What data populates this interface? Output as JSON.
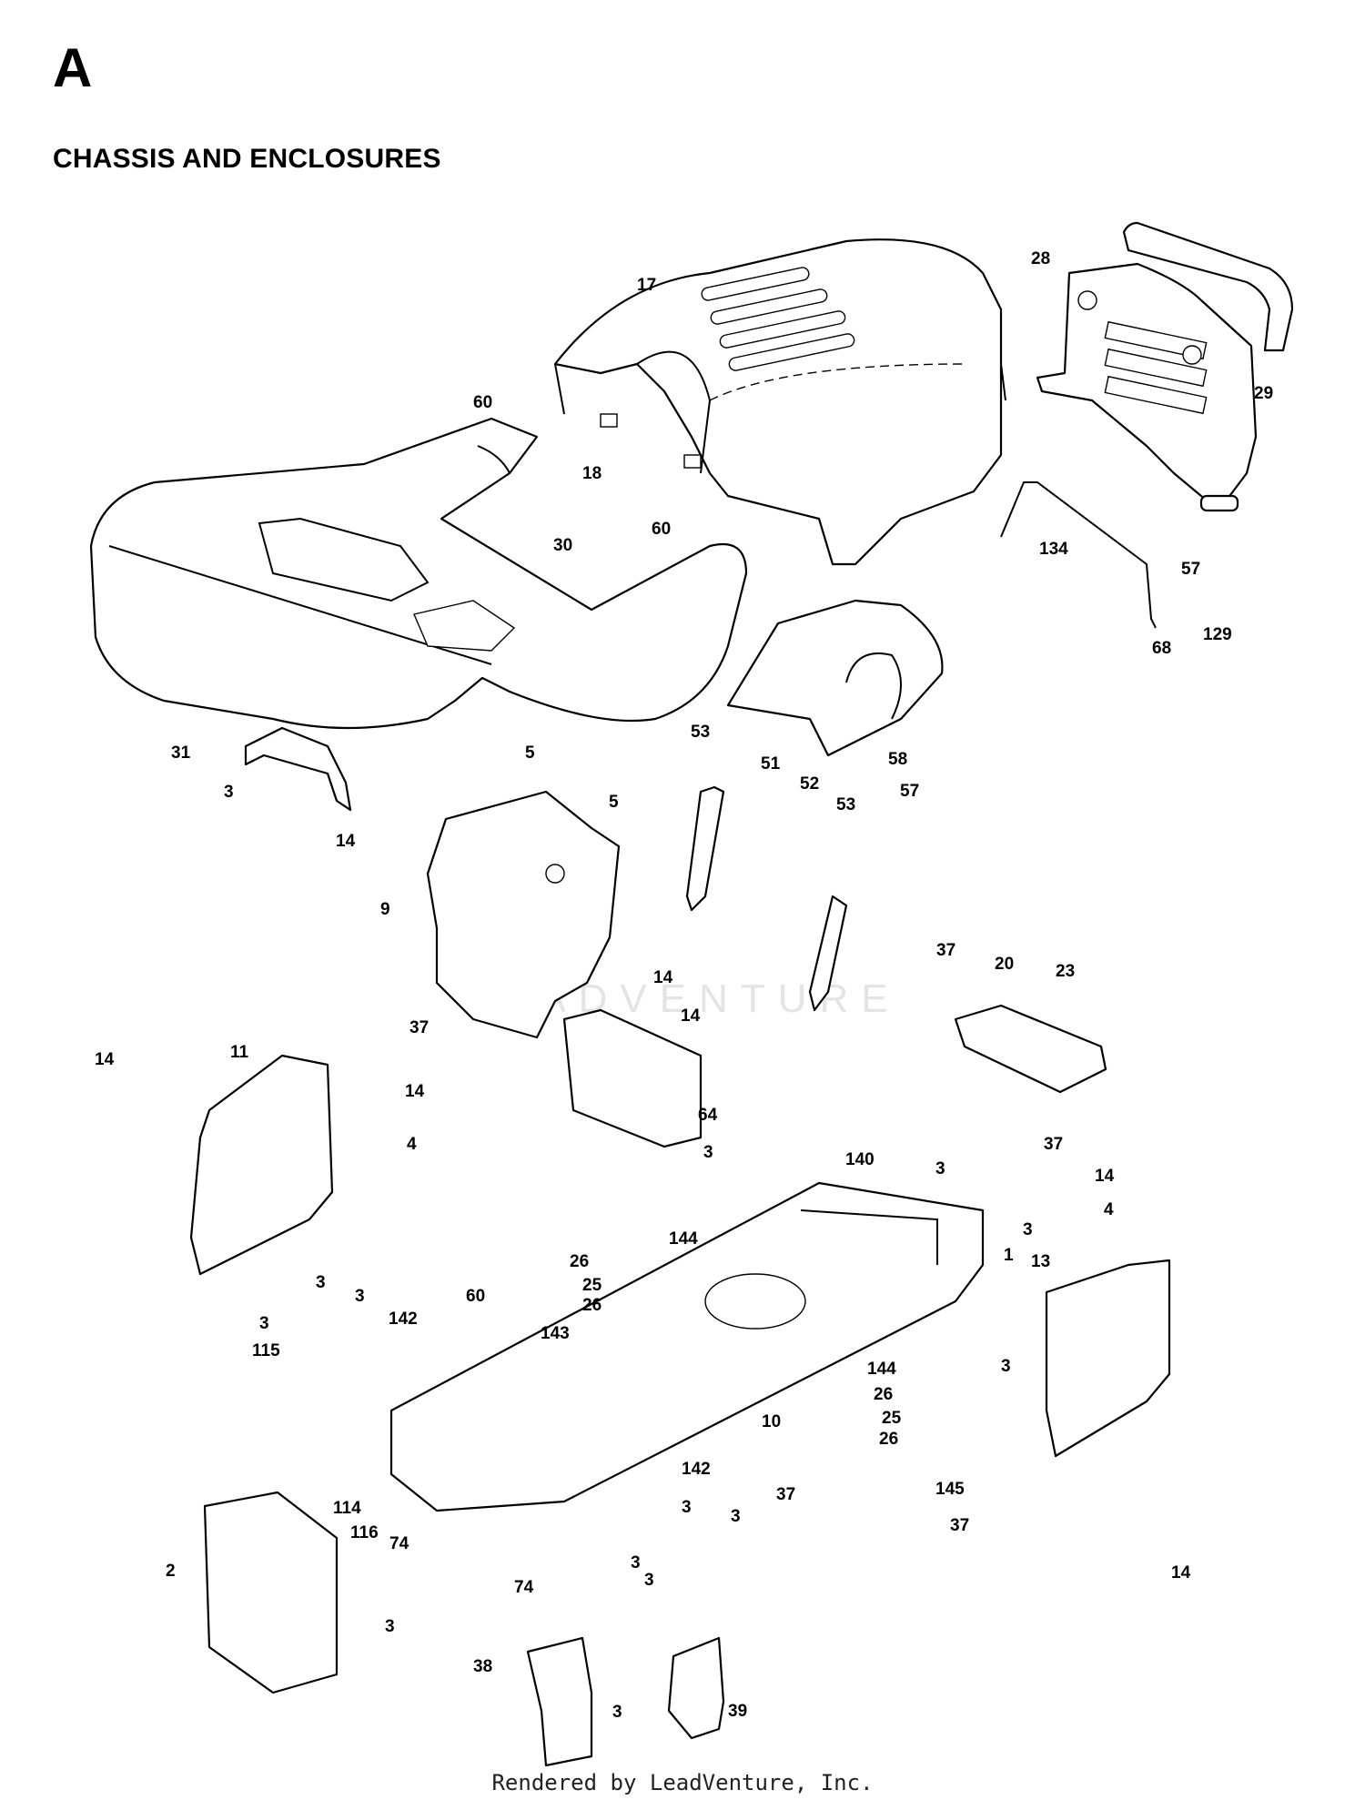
{
  "section_letter": "A",
  "title": "CHASSIS AND ENCLOSURES",
  "footer": "Rendered by LeadVenture, Inc.",
  "watermark": "LEADVENTURE",
  "callouts": [
    {
      "id": "17",
      "label": "17"
    },
    {
      "id": "28",
      "label": "28"
    },
    {
      "id": "29",
      "label": "29"
    },
    {
      "id": "60a",
      "label": "60"
    },
    {
      "id": "18",
      "label": "18"
    },
    {
      "id": "60b",
      "label": "60"
    },
    {
      "id": "30",
      "label": "30"
    },
    {
      "id": "134",
      "label": "134"
    },
    {
      "id": "57a",
      "label": "57"
    },
    {
      "id": "129",
      "label": "129"
    },
    {
      "id": "68",
      "label": "68"
    },
    {
      "id": "58",
      "label": "58"
    },
    {
      "id": "31",
      "label": "31"
    },
    {
      "id": "3a",
      "label": "3"
    },
    {
      "id": "5a",
      "label": "5"
    },
    {
      "id": "5b",
      "label": "5"
    },
    {
      "id": "53a",
      "label": "53"
    },
    {
      "id": "51",
      "label": "51"
    },
    {
      "id": "52",
      "label": "52"
    },
    {
      "id": "53b",
      "label": "53"
    },
    {
      "id": "57b",
      "label": "57"
    },
    {
      "id": "14a",
      "label": "14"
    },
    {
      "id": "9",
      "label": "9"
    },
    {
      "id": "14b",
      "label": "14"
    },
    {
      "id": "37a",
      "label": "37"
    },
    {
      "id": "14c",
      "label": "14"
    },
    {
      "id": "37b",
      "label": "37"
    },
    {
      "id": "20",
      "label": "20"
    },
    {
      "id": "23",
      "label": "23"
    },
    {
      "id": "14d",
      "label": "14"
    },
    {
      "id": "11",
      "label": "11"
    },
    {
      "id": "14e",
      "label": "14"
    },
    {
      "id": "4a",
      "label": "4"
    },
    {
      "id": "64",
      "label": "64"
    },
    {
      "id": "37c",
      "label": "37"
    },
    {
      "id": "3b",
      "label": "3"
    },
    {
      "id": "140",
      "label": "140"
    },
    {
      "id": "3c",
      "label": "3"
    },
    {
      "id": "14f",
      "label": "14"
    },
    {
      "id": "4b",
      "label": "4"
    },
    {
      "id": "3d",
      "label": "3"
    },
    {
      "id": "144a",
      "label": "144"
    },
    {
      "id": "26a",
      "label": "26"
    },
    {
      "id": "1",
      "label": "1"
    },
    {
      "id": "13",
      "label": "13"
    },
    {
      "id": "25a",
      "label": "25"
    },
    {
      "id": "26b",
      "label": "26"
    },
    {
      "id": "3e",
      "label": "3"
    },
    {
      "id": "3f",
      "label": "3"
    },
    {
      "id": "60c",
      "label": "60"
    },
    {
      "id": "3g",
      "label": "3"
    },
    {
      "id": "142a",
      "label": "142"
    },
    {
      "id": "143",
      "label": "143"
    },
    {
      "id": "115",
      "label": "115"
    },
    {
      "id": "3h",
      "label": "3"
    },
    {
      "id": "144b",
      "label": "144"
    },
    {
      "id": "26c",
      "label": "26"
    },
    {
      "id": "10",
      "label": "10"
    },
    {
      "id": "25b",
      "label": "25"
    },
    {
      "id": "26d",
      "label": "26"
    },
    {
      "id": "37d",
      "label": "37"
    },
    {
      "id": "145",
      "label": "145"
    },
    {
      "id": "142b",
      "label": "142"
    },
    {
      "id": "3i",
      "label": "3"
    },
    {
      "id": "114",
      "label": "114"
    },
    {
      "id": "3j",
      "label": "3"
    },
    {
      "id": "116",
      "label": "116"
    },
    {
      "id": "74a",
      "label": "74"
    },
    {
      "id": "37e",
      "label": "37"
    },
    {
      "id": "3k",
      "label": "3"
    },
    {
      "id": "3l",
      "label": "3"
    },
    {
      "id": "2",
      "label": "2"
    },
    {
      "id": "74b",
      "label": "74"
    },
    {
      "id": "14g",
      "label": "14"
    },
    {
      "id": "3m",
      "label": "3"
    },
    {
      "id": "38",
      "label": "38"
    },
    {
      "id": "39",
      "label": "39"
    },
    {
      "id": "3n",
      "label": "3"
    }
  ]
}
